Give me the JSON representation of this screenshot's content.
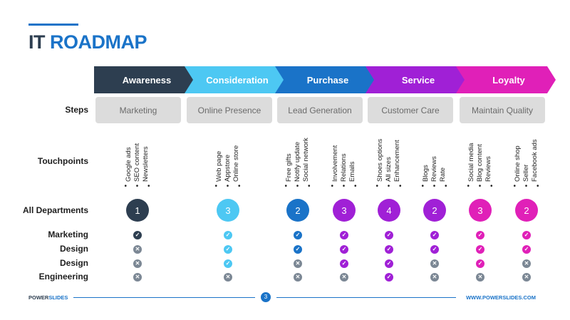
{
  "title": {
    "part1": "IT ",
    "part2": "ROADMAP"
  },
  "stages": [
    {
      "label": "Awareness",
      "color": "#2d3e50"
    },
    {
      "label": "Consideration",
      "color": "#4dc8f3"
    },
    {
      "label": "Purchase",
      "color": "#1a73c8"
    },
    {
      "label": "Service",
      "color": "#a020d6"
    },
    {
      "label": "Loyalty",
      "color": "#e020b8"
    }
  ],
  "row_labels": {
    "steps": "Steps",
    "touchpoints": "Touchpoints",
    "all_departments": "All Departments",
    "departments": [
      "Marketing",
      "Design",
      "Design",
      "Engineering"
    ]
  },
  "steps": [
    "Marketing",
    "Online Presence",
    "Lead Generation",
    "Customer Care",
    "Maintain Quality"
  ],
  "columns": [
    {
      "touchpoints": [
        "Google ads",
        "SEO content",
        "Newsletters"
      ],
      "dots": "• • •",
      "count": "1",
      "color": "#2d3e50",
      "status": [
        "check",
        "cross",
        "cross",
        "cross"
      ]
    },
    {
      "touchpoints": [
        "Web page",
        "Appstore",
        "Online store"
      ],
      "dots": "• • •",
      "count": "3",
      "color": "#4dc8f3",
      "status": [
        "check",
        "check",
        "check",
        "cross"
      ]
    },
    {
      "touchpoints": [
        "Free gifts",
        "Notify update",
        "Social network"
      ],
      "dots": "• • •",
      "count": "2",
      "color": "#1a73c8",
      "status": [
        "check",
        "check",
        "cross",
        "cross"
      ]
    },
    {
      "touchpoints": [
        "Involvement",
        "Relations",
        "Emails"
      ],
      "dots": "• • •",
      "count": "3",
      "color": "#a020d6",
      "status": [
        "check",
        "check",
        "check",
        "cross"
      ]
    },
    {
      "touchpoints": [
        "Shoes options",
        "All sizes",
        "Enhancement"
      ],
      "dots": "• • •",
      "count": "4",
      "color": "#a020d6",
      "status": [
        "check",
        "check",
        "check",
        "check"
      ]
    },
    {
      "touchpoints": [
        "Blogs",
        "Reviews",
        "Rate"
      ],
      "dots": "• • •",
      "count": "2",
      "color": "#a020d6",
      "status": [
        "check",
        "check",
        "cross",
        "cross"
      ]
    },
    {
      "touchpoints": [
        "Social media",
        "Blog content",
        "Reviews"
      ],
      "dots": "• • •",
      "count": "3",
      "color": "#e020b8",
      "status": [
        "check",
        "check",
        "check",
        "cross"
      ]
    },
    {
      "touchpoints": [
        "Online shop",
        "Seller",
        "Facebook ads"
      ],
      "dots": "• • •",
      "count": "2",
      "color": "#e020b8",
      "status": [
        "check",
        "check",
        "cross",
        "cross"
      ]
    }
  ],
  "icons": {
    "check": "check-icon",
    "cross": "cross-icon"
  },
  "footer": {
    "brand_a": "POWER",
    "brand_b": "SLIDES",
    "page": "3",
    "website": "WWW.POWERSLIDES.COM"
  }
}
